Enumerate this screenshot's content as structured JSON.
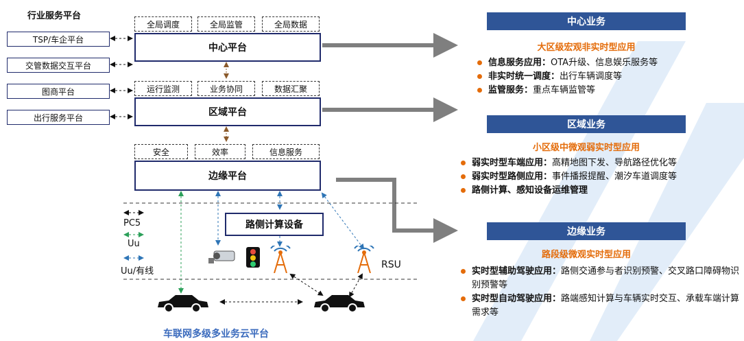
{
  "industry": {
    "title": "行业服务平台",
    "items": [
      "TSP/车企平台",
      "交管数据交互平台",
      "图商平台",
      "出行服务平台"
    ]
  },
  "center": {
    "tags": [
      "全局调度",
      "全局监管",
      "全局数据"
    ],
    "label": "中心平台"
  },
  "region": {
    "tags": [
      "运行监测",
      "业务协同",
      "数据汇聚"
    ],
    "label": "区域平台"
  },
  "edge": {
    "tags": [
      "安全",
      "效率",
      "信息服务"
    ],
    "label": "边缘平台"
  },
  "roadside_device": "路侧计算设备",
  "rsu_label": "RSU",
  "legend": [
    "PC5",
    "Uu",
    "Uu/有线"
  ],
  "bottom_title": "车联网多级多业务云平台",
  "panels": [
    {
      "head": "中心业务",
      "sub": "大区级宏观非实时型应用",
      "bullets": [
        {
          "bold": "信息服务应用：",
          "text": "OTA升级、信息娱乐服务等"
        },
        {
          "bold": "非实时统一调度：",
          "text": "出行车辆调度等"
        },
        {
          "bold": "监管服务：",
          "text": "重点车辆监管等"
        }
      ]
    },
    {
      "head": "区域业务",
      "sub": "小区级中微观弱实时型应用",
      "bullets": [
        {
          "bold": "弱实时型车端应用：",
          "text": "高精地图下发、导航路径优化等"
        },
        {
          "bold": "弱实时型路侧应用：",
          "text": "事件播报提醒、潮汐车道调度等"
        },
        {
          "bold": "路侧计算、感知设备运维管理",
          "text": ""
        }
      ]
    },
    {
      "head": "边缘业务",
      "sub": "路段级微观实时型应用",
      "bullets": [
        {
          "bold": "实时型辅助驾驶应用：",
          "text": "路侧交通参与者识别预警、交叉路口障碍物识别预警等"
        },
        {
          "bold": "实时型自动驾驶应用：",
          "text": "路端感知计算与车辆实时交互、承载车端计算需求等"
        }
      ]
    }
  ],
  "colors": {
    "navy": "#1f2a6b",
    "panel_blue": "#2f5597",
    "orange": "#e46c0a",
    "green": "#2ca05a",
    "blue": "#2e75b6",
    "brown": "#8b5a2b"
  }
}
